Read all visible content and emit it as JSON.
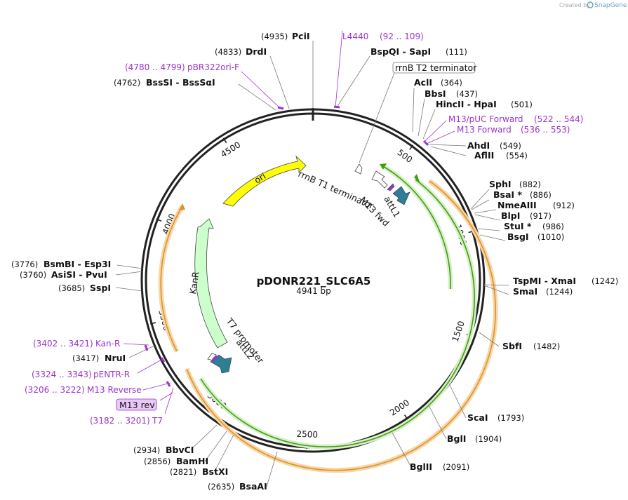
{
  "brand": {
    "created_by": "Created by",
    "name": "SnapGene"
  },
  "plasmid": {
    "name": "pDONR221_SLC6A5",
    "length_label": "4941 bp",
    "length": 4941
  },
  "ticks": [
    {
      "pos": 500,
      "label": "500"
    },
    {
      "pos": 1000,
      "label": "1000"
    },
    {
      "pos": 1500,
      "label": "1500"
    },
    {
      "pos": 2000,
      "label": "2000"
    },
    {
      "pos": 2500,
      "label": "2500"
    },
    {
      "pos": 3000,
      "label": "3000"
    },
    {
      "pos": 3500,
      "label": "3500"
    },
    {
      "pos": 4000,
      "label": "4000"
    },
    {
      "pos": 4500,
      "label": "4500"
    }
  ],
  "sites": [
    {
      "name": "PciI",
      "pos_label": "(4935)",
      "pos": 4935
    },
    {
      "name": "DrdI",
      "pos_label": "(4833)",
      "pos": 4833
    },
    {
      "name": "BssSI  -  BssSαI",
      "pos_label": "(4762)",
      "pos": 4762
    },
    {
      "name": "BspQI  -  SapI",
      "pos_label": "(111)",
      "pos": 111
    },
    {
      "name": "AclI",
      "pos_label": "(364)",
      "pos": 364
    },
    {
      "name": "BbsI",
      "pos_label": "(437)",
      "pos": 437
    },
    {
      "name": "HincII  -  HpaI",
      "pos_label": "(501)",
      "pos": 501
    },
    {
      "name": "AhdI",
      "pos_label": "(549)",
      "pos": 549
    },
    {
      "name": "AflII",
      "pos_label": "(554)",
      "pos": 554
    },
    {
      "name": "SphI",
      "pos_label": "(882)",
      "pos": 882
    },
    {
      "name": "BsaI *",
      "pos_label": "(886)",
      "pos": 886
    },
    {
      "name": "NmeAIII",
      "pos_label": "(912)",
      "pos": 912
    },
    {
      "name": "BlpI",
      "pos_label": "(917)",
      "pos": 917
    },
    {
      "name": "StuI *",
      "pos_label": "(986)",
      "pos": 986
    },
    {
      "name": "BsgI",
      "pos_label": "(1010)",
      "pos": 1010
    },
    {
      "name": "TspMI  -  XmaI",
      "pos_label": "(1242)",
      "pos": 1242
    },
    {
      "name": "SmaI",
      "pos_label": "(1244)",
      "pos": 1244
    },
    {
      "name": "SbfI",
      "pos_label": "(1482)",
      "pos": 1482
    },
    {
      "name": "ScaI",
      "pos_label": "(1793)",
      "pos": 1793
    },
    {
      "name": "BglI",
      "pos_label": "(1904)",
      "pos": 1904
    },
    {
      "name": "BglII",
      "pos_label": "(2091)",
      "pos": 2091
    },
    {
      "name": "BsaAI",
      "pos_label": "(2635)",
      "pos": 2635
    },
    {
      "name": "BstXI",
      "pos_label": "(2821)",
      "pos": 2821
    },
    {
      "name": "BamHI",
      "pos_label": "(2856)",
      "pos": 2856
    },
    {
      "name": "BbvCI",
      "pos_label": "(2934)",
      "pos": 2934
    },
    {
      "name": "SspI",
      "pos_label": "(3685)",
      "pos": 3685
    },
    {
      "name": "AsiSI  -  PvuI",
      "pos_label": "(3760)",
      "pos": 3760
    },
    {
      "name": "BsmBI  -  Esp3I",
      "pos_label": "(3776)",
      "pos": 3776
    },
    {
      "name": "NruI",
      "pos_label": "(3417)",
      "pos": 3417
    }
  ],
  "primers": [
    {
      "name": "L4440",
      "range": "(92 .. 109)"
    },
    {
      "name": "pBR322ori-F",
      "range": "(4780 .. 4799)"
    },
    {
      "name": "M13/pUC Forward",
      "range": "(522 .. 544)"
    },
    {
      "name": "M13 Forward",
      "range": "(536 .. 553)"
    },
    {
      "name": "Kan-R",
      "range": "(3402 .. 3421)"
    },
    {
      "name": "pENTR-R",
      "range": "(3324 .. 3343)"
    },
    {
      "name": "M13 Reverse",
      "range": "(3206 .. 3222)"
    },
    {
      "name": "M13 rev",
      "range": ""
    },
    {
      "name": "T7",
      "range": "(3182 .. 3201)"
    }
  ],
  "features": [
    {
      "name": "ori",
      "color": "#ffff00"
    },
    {
      "name": "KanR",
      "color": "#ccffcc"
    },
    {
      "name": "rrnB T1 terminator",
      "color": "#ffffff"
    },
    {
      "name": "rrnB T2 terminator",
      "color": "#ffffff"
    },
    {
      "name": "M13 fwd",
      "color": "#9933cc"
    },
    {
      "name": "attL1",
      "color": "#2e7e96"
    },
    {
      "name": "T7 promoter",
      "color": "#ffffff"
    },
    {
      "name": "attL2",
      "color": "#2e7e96"
    }
  ],
  "colors": {
    "backbone": "#222222",
    "insert_green": "#3f9e10",
    "insert_orange": "#e0902a",
    "orange_glow": "#f6d7a8",
    "green_glow": "#d8efc8",
    "primer": "#9b33cc"
  }
}
